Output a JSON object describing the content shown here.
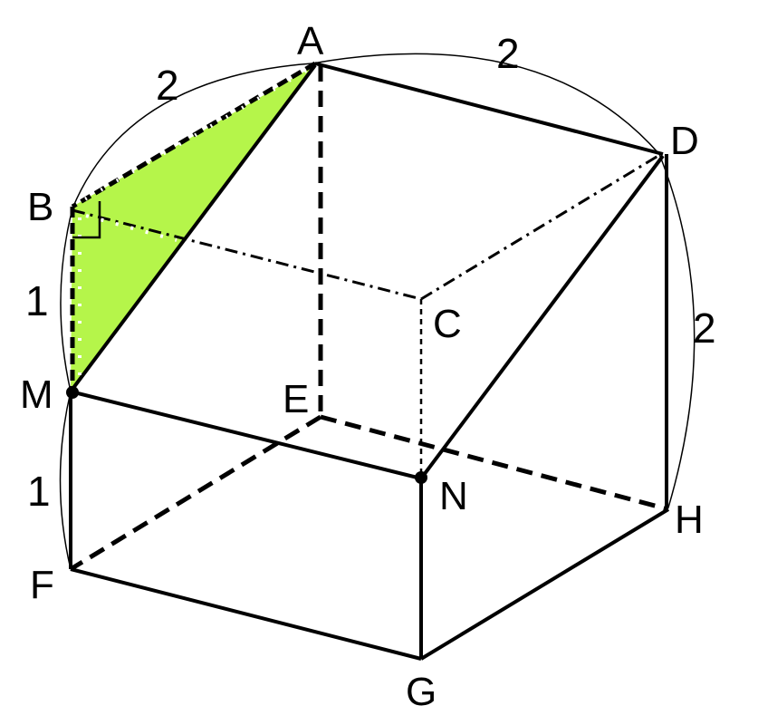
{
  "figure": {
    "vertices": {
      "A": "A",
      "B": "B",
      "C": "C",
      "D": "D",
      "E": "E",
      "F": "F",
      "G": "G",
      "H": "H",
      "M": "M",
      "N": "N"
    },
    "dimensions": {
      "ab": "2",
      "ad": "2",
      "dh": "2",
      "bm": "1",
      "mf": "1"
    },
    "colors": {
      "edge": "#000000",
      "shaded_triangle": "#b5f54a",
      "triangle_edge_dots": "#ffffff",
      "background": "#ffffff"
    }
  }
}
